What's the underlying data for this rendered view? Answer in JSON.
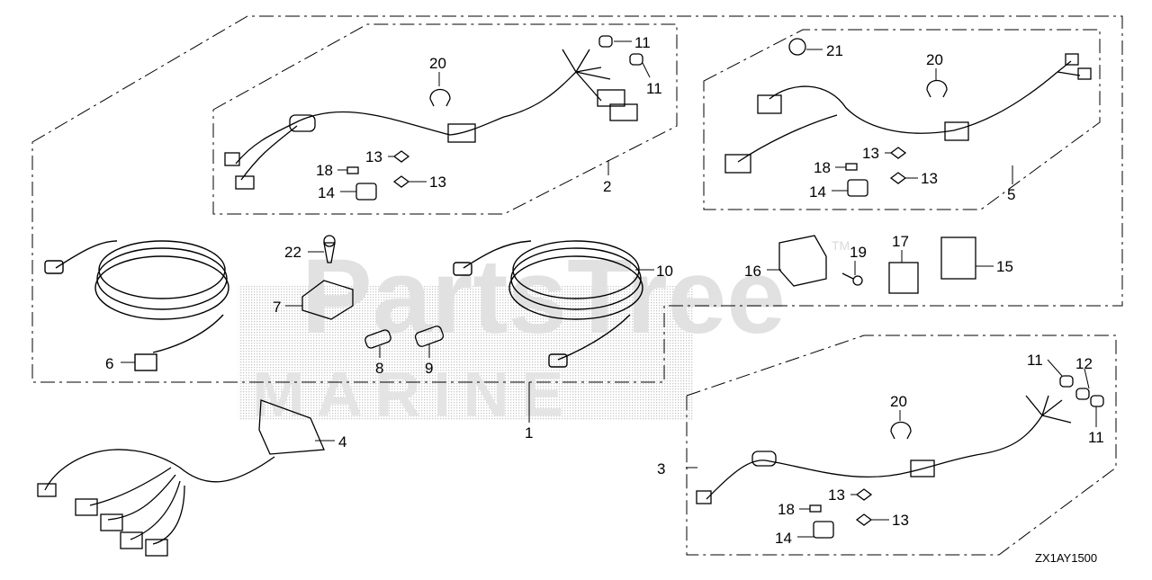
{
  "watermark": {
    "brand": "PartsTree",
    "trademark": "TM",
    "sub": "MARINE"
  },
  "diagram_code": "ZX1AY1500",
  "callouts": [
    {
      "id": "c1",
      "label": "1"
    },
    {
      "id": "c2",
      "label": "2"
    },
    {
      "id": "c3",
      "label": "3"
    },
    {
      "id": "c4",
      "label": "4"
    },
    {
      "id": "c5",
      "label": "5"
    },
    {
      "id": "c6",
      "label": "6"
    },
    {
      "id": "c7",
      "label": "7"
    },
    {
      "id": "c8",
      "label": "8"
    },
    {
      "id": "c9",
      "label": "9"
    },
    {
      "id": "c10",
      "label": "10"
    },
    {
      "id": "c11a",
      "label": "11"
    },
    {
      "id": "c11b",
      "label": "11"
    },
    {
      "id": "c11c",
      "label": "11"
    },
    {
      "id": "c11d",
      "label": "11"
    },
    {
      "id": "c12",
      "label": "12"
    },
    {
      "id": "c13a",
      "label": "13"
    },
    {
      "id": "c13b",
      "label": "13"
    },
    {
      "id": "c13c",
      "label": "13"
    },
    {
      "id": "c13d",
      "label": "13"
    },
    {
      "id": "c13e",
      "label": "13"
    },
    {
      "id": "c13f",
      "label": "13"
    },
    {
      "id": "c14a",
      "label": "14"
    },
    {
      "id": "c14b",
      "label": "14"
    },
    {
      "id": "c14c",
      "label": "14"
    },
    {
      "id": "c15",
      "label": "15"
    },
    {
      "id": "c16",
      "label": "16"
    },
    {
      "id": "c17",
      "label": "17"
    },
    {
      "id": "c18a",
      "label": "18"
    },
    {
      "id": "c18b",
      "label": "18"
    },
    {
      "id": "c18c",
      "label": "18"
    },
    {
      "id": "c19",
      "label": "19"
    },
    {
      "id": "c20a",
      "label": "20"
    },
    {
      "id": "c20b",
      "label": "20"
    },
    {
      "id": "c20c",
      "label": "20"
    },
    {
      "id": "c21",
      "label": "21"
    },
    {
      "id": "c22",
      "label": "22"
    }
  ]
}
